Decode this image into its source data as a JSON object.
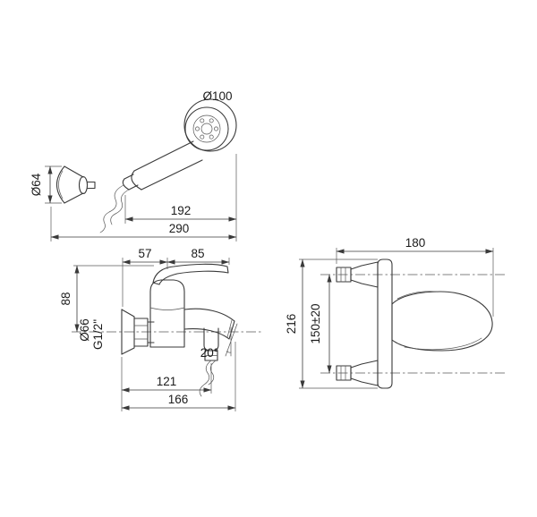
{
  "drawing": {
    "hand_shower": {
      "head_diameter": "Ø100",
      "holder_diameter": "Ø64",
      "length_to_head": "192",
      "overall_length": "290"
    },
    "front_view": {
      "offset_left": "57",
      "offset_right": "85",
      "height": "88",
      "escutcheon_diameter": "Ø66",
      "thread": "G1/2\"",
      "spout_angle": "20°",
      "reach_inner": "121",
      "reach_total": "166"
    },
    "side_view": {
      "depth": "180",
      "overall_height": "216",
      "mounting_distance": "150±20"
    }
  }
}
